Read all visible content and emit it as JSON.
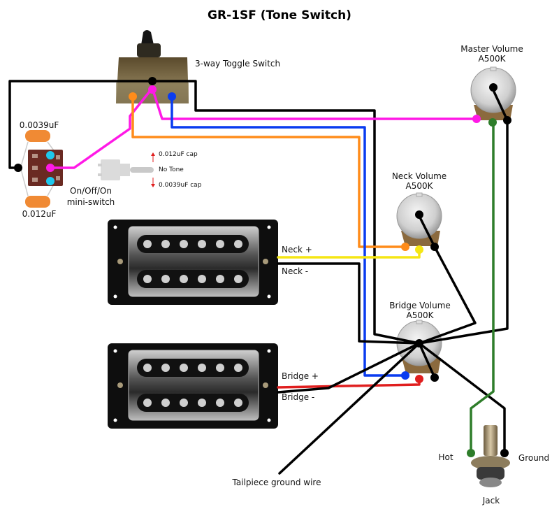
{
  "title": "GR-1SF (Tone Switch)",
  "components": {
    "toggle_switch": {
      "label": "3-way Toggle Switch"
    },
    "master_volume": {
      "name": "Master Volume",
      "value": "A500K"
    },
    "neck_volume": {
      "name": "Neck Volume",
      "value": "A500K"
    },
    "bridge_volume": {
      "name": "Bridge Volume",
      "value": "A500K"
    },
    "cap_top": {
      "label": "0.0039uF"
    },
    "cap_bottom": {
      "label": "0.012uF"
    },
    "mini_switch": {
      "label_line1": "On/Off/On",
      "label_line2": "mini-switch"
    },
    "mini_switch_positions": {
      "up": "0.012uF cap",
      "center": "No Tone",
      "down": "0.0039uF cap"
    },
    "neck_pickup": {
      "plus": "Neck +",
      "minus": "Neck  -"
    },
    "bridge_pickup": {
      "plus": "Bridge +",
      "minus": "Bridge  -"
    },
    "tailpiece": {
      "label": "Tailpiece ground wire"
    },
    "jack": {
      "label": "Jack",
      "hot": "Hot",
      "ground": "Ground"
    }
  },
  "wire_colors": {
    "black": "#000000",
    "magenta": "#ff19e6",
    "orange": "#ff8c1a",
    "blue": "#0a3cf0",
    "yellow": "#f5e614",
    "red": "#e01e1e",
    "green": "#2e7d2a",
    "cyan": "#1ec8ec"
  }
}
